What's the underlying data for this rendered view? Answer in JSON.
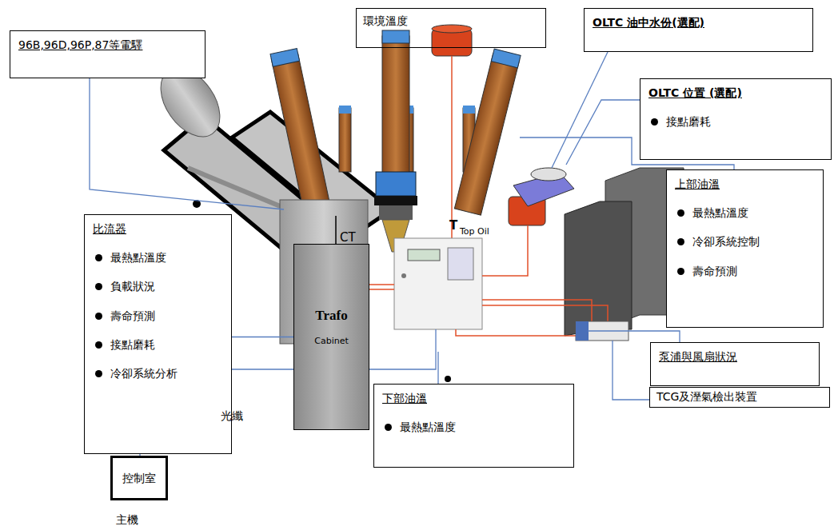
{
  "diagram": {
    "nodes": [
      {
        "text": [
          "環境溫度"
        ]
      },
      {
        "text": [
          "96B,96D,96P,87等電驛"
        ]
      },
      {
        "text": [
          "OLTC 油中水份(選配)"
        ]
      },
      {
        "text": [
          "OLTC 位置 (選配)",
          "接點磨耗"
        ]
      },
      {
        "text": [
          "上部油溫",
          "最熱點溫度",
          "冷卻系統控制",
          "壽命預測"
        ]
      },
      {
        "text": [
          "比流器",
          "最熱點溫度",
          "負載狀況",
          "壽命預測",
          "接點磨耗",
          "冷卻系統分析"
        ]
      },
      {
        "text": [
          "Trafo",
          "Cabinet"
        ]
      },
      {
        "text": [
          "泵浦與風扇狀況"
        ]
      },
      {
        "text": [
          "下部油溫",
          "最熱點溫度"
        ]
      },
      {
        "text": [
          "TCG及溼氣檢出裝置"
        ]
      },
      {
        "text": [
          "控制室"
        ]
      }
    ],
    "edges": [
      {
        "from": 5,
        "to": 6,
        "arrow": "none"
      }
    ],
    "labels": [
      "CT",
      "T",
      "Top Oil",
      "光纖",
      "主機"
    ]
  }
}
